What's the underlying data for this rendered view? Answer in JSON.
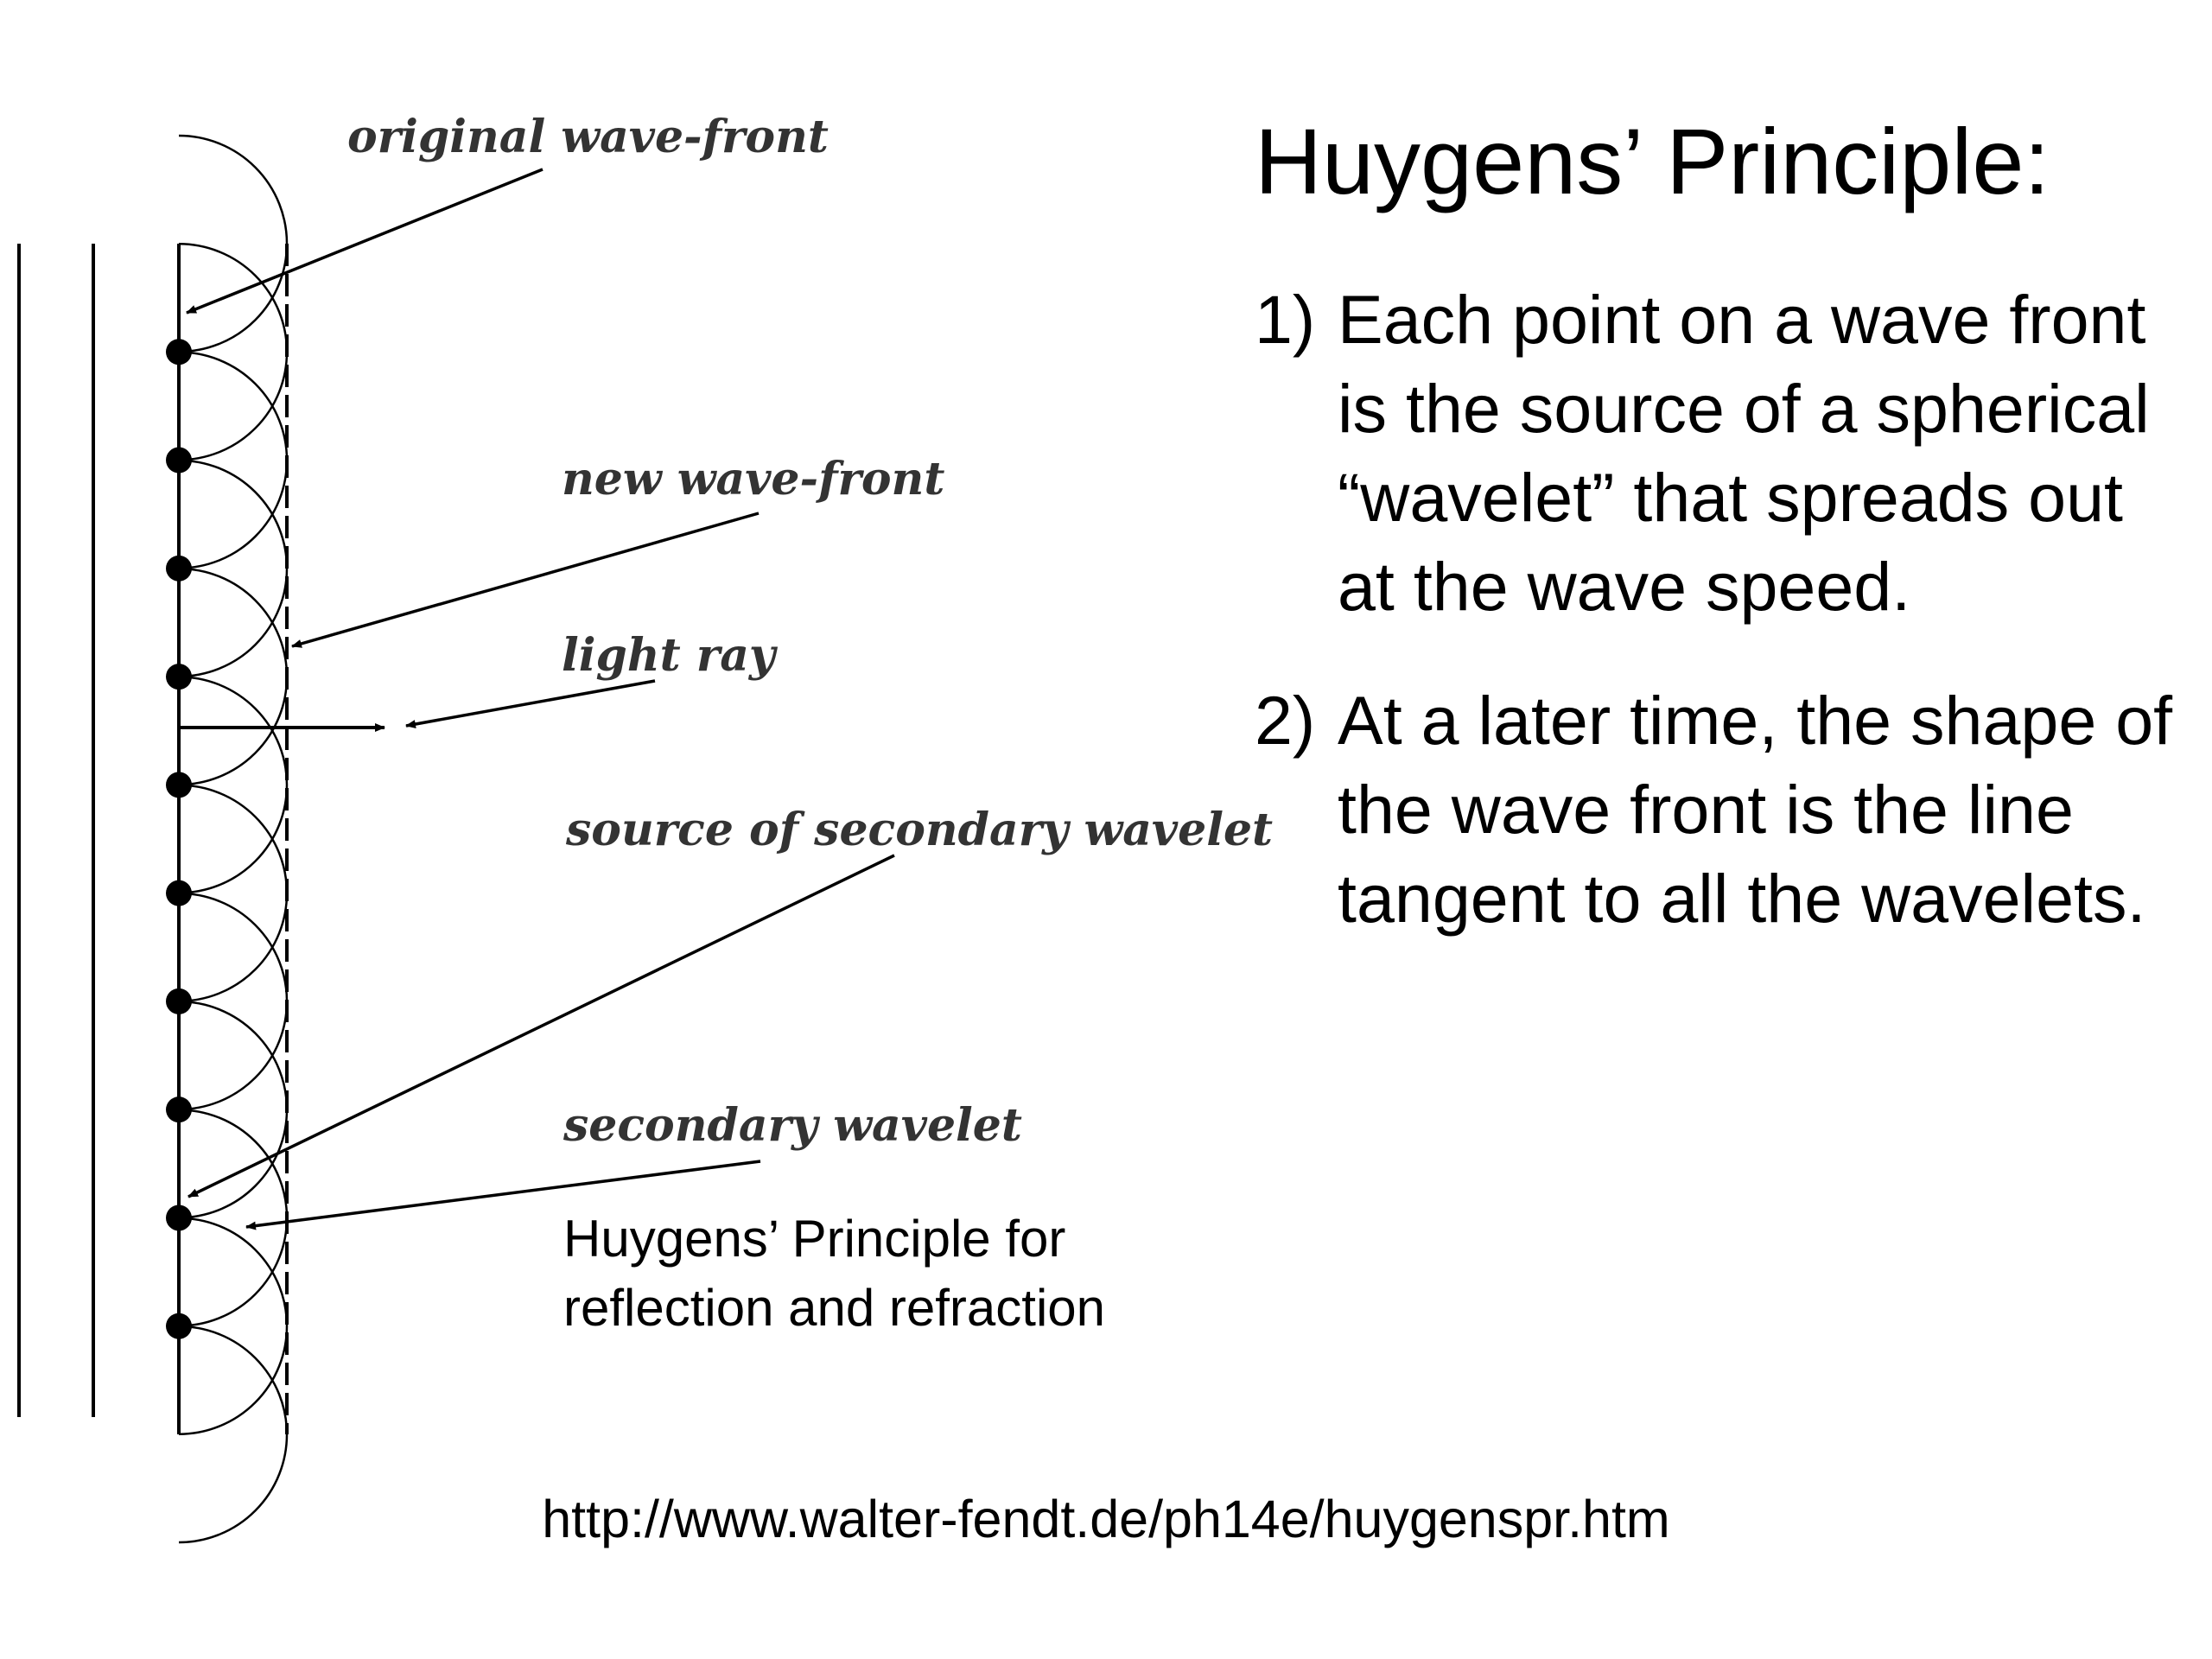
{
  "slide": {
    "title": "Huygens’ Principle:",
    "points": [
      {
        "number": "1)",
        "text": "Each point on a wave front is the source of a spherical “wavelet” that spreads out at the wave speed."
      },
      {
        "number": "2)",
        "text": "At a later time, the shape of the wave front is the line tangent to all the wavelets."
      }
    ],
    "caption_lines": [
      "Huygens’ Principle for",
      "reflection and refraction"
    ],
    "source_url": "http://www.walter-fendt.de/ph14e/huygenspr.htm"
  },
  "diagram": {
    "labels": {
      "original_wave_front": "original wave-front",
      "new_wave_front": "new wave-front",
      "light_ray": "light ray",
      "source_of_secondary_wavelet": "source of secondary wavelet",
      "secondary_wavelet": "secondary wavelet"
    },
    "wavelet_source_count": 10,
    "line_color": "#000000",
    "label_color": "#333333"
  }
}
